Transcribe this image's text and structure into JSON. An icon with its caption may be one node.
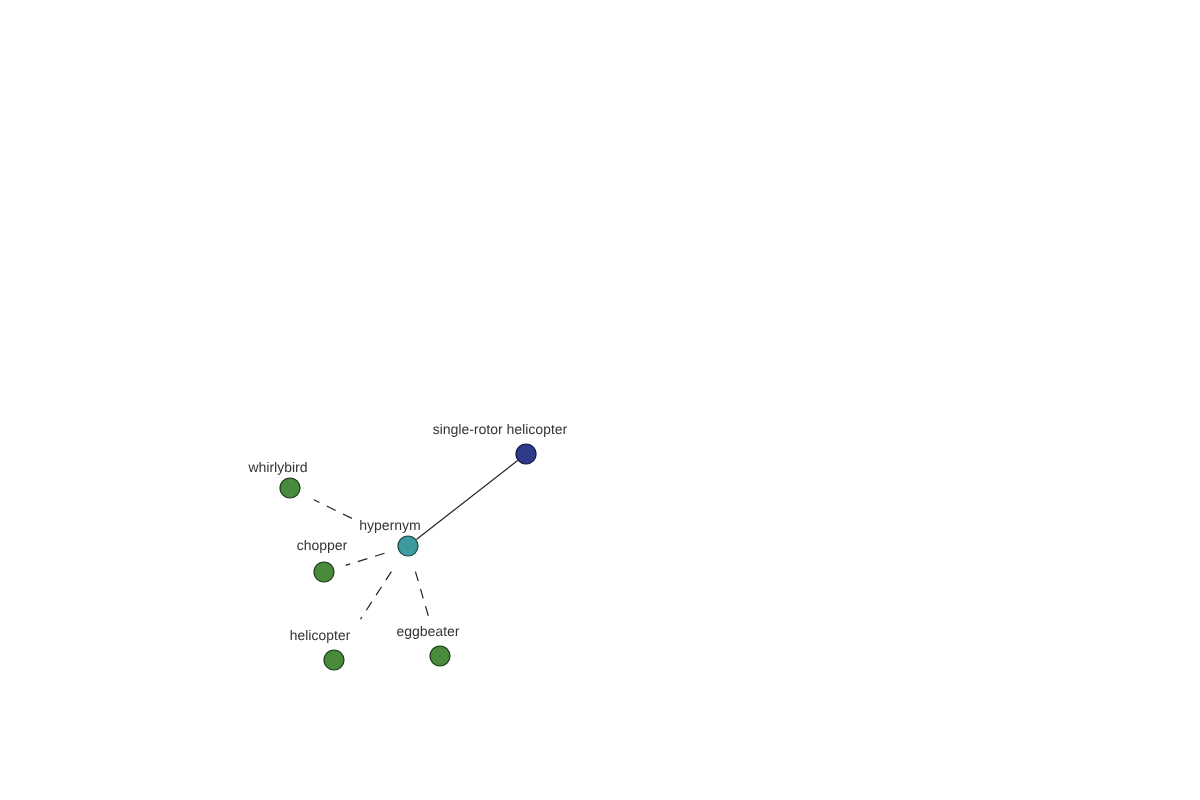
{
  "diagram": {
    "nodes": [
      {
        "text": [
          "single-rotor helicopter"
        ]
      },
      {
        "text": [
          "whirlybird"
        ]
      },
      {
        "text": [
          "hypernym"
        ]
      },
      {
        "text": [
          "chopper"
        ]
      },
      {
        "text": [
          "helicopter"
        ]
      },
      {
        "text": [
          "eggbeater"
        ]
      }
    ],
    "edges": [
      {
        "from": 2,
        "to": 0,
        "arrow": "none"
      },
      {
        "from": 2,
        "to": 1,
        "arrow": "none",
        "style": "dashed"
      },
      {
        "from": 2,
        "to": 3,
        "arrow": "none",
        "style": "dashed"
      },
      {
        "from": 2,
        "to": 4,
        "arrow": "none",
        "style": "dashed"
      },
      {
        "from": 2,
        "to": 5,
        "arrow": "none",
        "style": "dashed"
      }
    ]
  }
}
